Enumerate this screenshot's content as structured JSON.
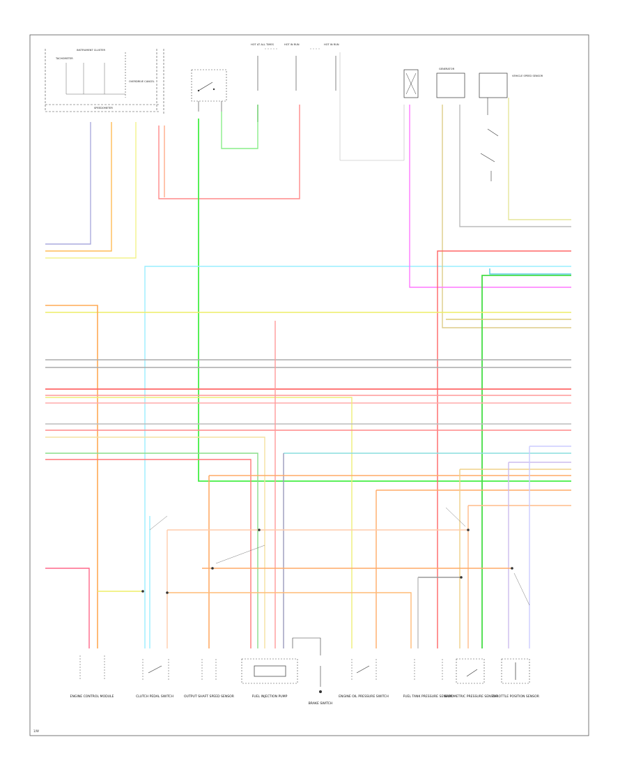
{
  "top_components": [
    {
      "id": "instrument-cluster",
      "label": "INSTRUMENT CLUSTER"
    },
    {
      "id": "tachometer",
      "label": "TACHOMETER"
    },
    {
      "id": "speedometer",
      "label": "SPEEDOMETER"
    },
    {
      "id": "overdrive-cancel",
      "label": "OVERDRIVE CANCEL"
    },
    {
      "id": "hot-at-all-times-1",
      "label": "HOT AT ALL TIMES"
    },
    {
      "id": "hot-in-run-1",
      "label": "HOT IN RUN"
    },
    {
      "id": "hot-in-run-2",
      "label": "HOT IN RUN"
    },
    {
      "id": "generator",
      "label": "GENERATOR"
    },
    {
      "id": "vehicle-speed-sensor",
      "label": "VEHICLE SPEED SENSOR"
    }
  ],
  "bottom_components": [
    {
      "id": "engine-control-module",
      "label": "ENGINE CONTROL MODULE"
    },
    {
      "id": "clutch-pedal-switch",
      "label": "CLUTCH PEDAL SWITCH"
    },
    {
      "id": "output-shaft-speed-sensor",
      "label": "OUTPUT SHAFT SPEED SENSOR"
    },
    {
      "id": "fuel-injection-pump",
      "label": "FUEL INJECTION PUMP"
    },
    {
      "id": "brake-switch",
      "label": "BRAKE SWITCH"
    },
    {
      "id": "engine-oil-pressure-switch",
      "label": "ENGINE OIL PRESSURE SWITCH"
    },
    {
      "id": "fuel-tank-pressure-sensor",
      "label": "FUEL TANK PRESSURE SENSOR"
    },
    {
      "id": "barometric-pressure-sensor",
      "label": "BAROMETRIC PRESSURE SENSOR"
    },
    {
      "id": "throttle-position-sensor",
      "label": "THROTTLE POSITION SENSOR"
    }
  ],
  "footer_code": "1/W"
}
